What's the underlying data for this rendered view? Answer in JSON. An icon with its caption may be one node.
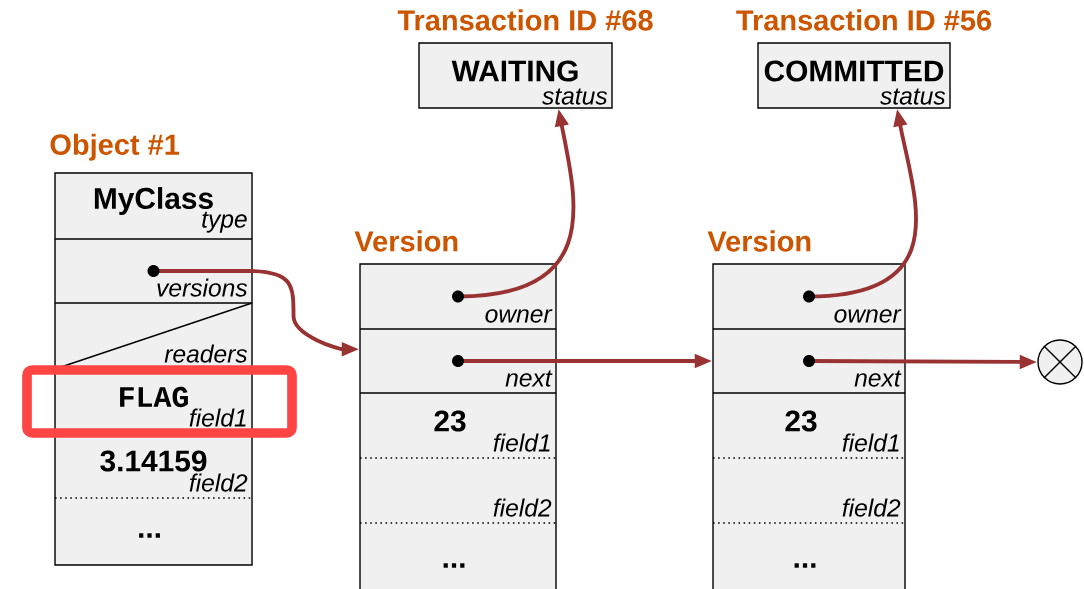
{
  "diagram": {
    "nodes": [
      {
        "text": [
          "Object #1"
        ]
      },
      {
        "text": [
          "MyClass",
          "type"
        ],
        "in": 0
      },
      {
        "text": [
          "versions"
        ],
        "in": 0
      },
      {
        "text": [
          "readers"
        ],
        "in": 0
      },
      {
        "text": [
          "FLAG",
          "field1"
        ],
        "in": 0
      },
      {
        "text": [
          "3.14159",
          "field2"
        ],
        "in": 0
      },
      {
        "text": [
          "..."
        ],
        "in": 0
      },
      {
        "text": [
          "Transaction ID #68",
          "WAITING",
          "status"
        ]
      },
      {
        "text": [
          "Version"
        ]
      },
      {
        "text": [
          "owner"
        ],
        "in": 8
      },
      {
        "text": [
          "next"
        ],
        "in": 8
      },
      {
        "text": [
          "23",
          "field1"
        ],
        "in": 8
      },
      {
        "text": [
          "field2"
        ],
        "in": 8
      },
      {
        "text": [
          "..."
        ],
        "in": 8
      },
      {
        "text": [
          "Transaction ID #56",
          "COMMITTED",
          "status"
        ]
      },
      {
        "text": [
          "Version"
        ]
      },
      {
        "text": [
          "owner"
        ],
        "in": 15
      },
      {
        "text": [
          "next"
        ],
        "in": 15
      },
      {
        "text": [
          "23",
          "field1"
        ],
        "in": 15
      },
      {
        "text": [
          "field2"
        ],
        "in": 15
      },
      {
        "text": [
          "..."
        ],
        "in": 15
      },
      {
        "text": [],
        "shape": "circle"
      }
    ],
    "edges": [
      {
        "from": 2,
        "to": 8,
        "arrow": "to"
      },
      {
        "from": 9,
        "to": 7,
        "arrow": "to"
      },
      {
        "from": 10,
        "to": 15,
        "arrow": "to"
      },
      {
        "from": 16,
        "to": 14,
        "arrow": "to"
      },
      {
        "from": 17,
        "to": 21,
        "arrow": "to"
      }
    ]
  }
}
